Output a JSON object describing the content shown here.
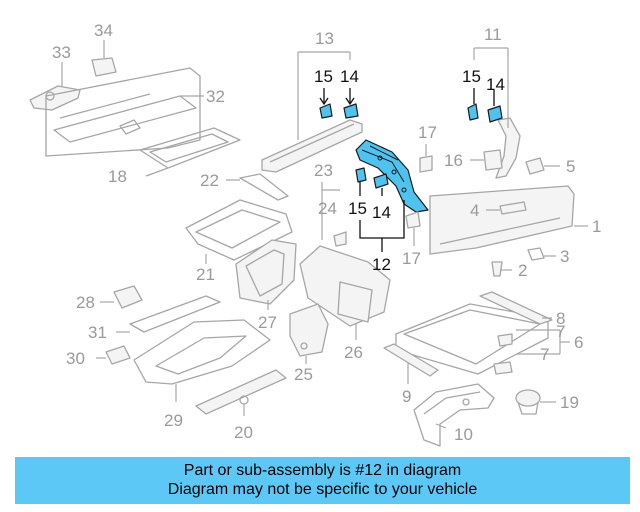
{
  "callouts": {
    "n1": "1",
    "n2": "2",
    "n3": "3",
    "n4": "4",
    "n5": "5",
    "n6": "6",
    "n7a": "7",
    "n7b": "7",
    "n8": "8",
    "n9": "9",
    "n10": "10",
    "n11": "11",
    "n12": "12",
    "n13": "13",
    "n14a": "14",
    "n14b": "14",
    "n14c": "14",
    "n15a": "15",
    "n15b": "15",
    "n15c": "15",
    "n16": "16",
    "n17a": "17",
    "n17b": "17",
    "n18": "18",
    "n19": "19",
    "n20": "20",
    "n21": "21",
    "n22": "22",
    "n23": "23",
    "n24": "24",
    "n25": "25",
    "n26": "26",
    "n27": "27",
    "n28": "28",
    "n29": "29",
    "n30": "30",
    "n31": "31",
    "n32": "32",
    "n33": "33",
    "n34": "34"
  },
  "highlight_color": "#4fc3f0",
  "banner": {
    "line1": "Part or sub-assembly is #12 in diagram",
    "line2": "Diagram may not be specific to your vehicle",
    "color": "#5bc8f5"
  }
}
